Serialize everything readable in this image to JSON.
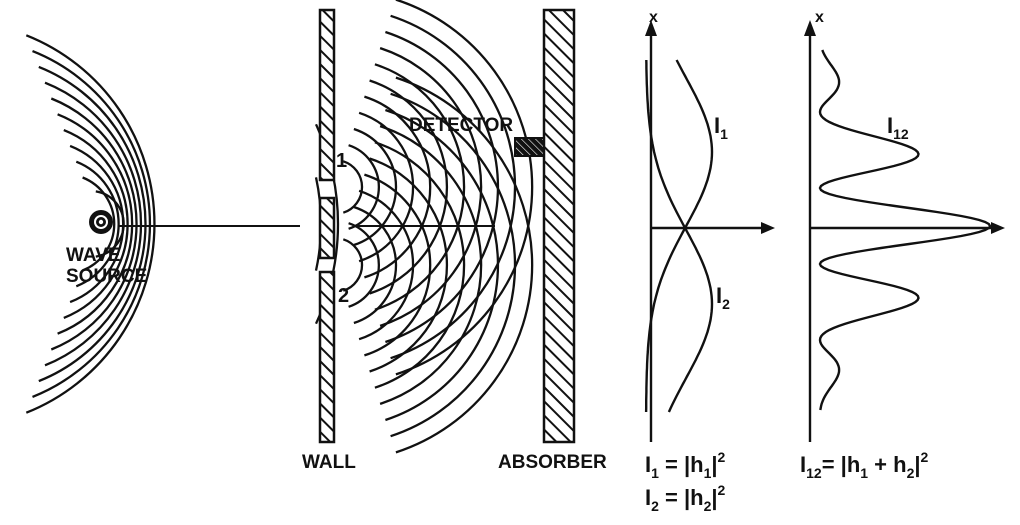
{
  "labels": {
    "source_line1": "WAVE",
    "source_line2": "SOURCE",
    "slit1": "1",
    "slit2": "2",
    "detector": "DETECTOR",
    "wall": "WALL",
    "absorber": "ABSORBER",
    "i1": "I",
    "i1_sub": "1",
    "i2": "I",
    "i2_sub": "2",
    "i12": "I",
    "i12_sub": "12",
    "axis_x_left": "x",
    "axis_x_right": "x"
  },
  "formulas": {
    "f1_lhs": "I",
    "f1_lhs_sub": "1",
    "f1_rhs": " = |h",
    "f1_rhs_sub": "1",
    "f1_end": "|",
    "f1_sup": "2",
    "f2_lhs": "I",
    "f2_lhs_sub": "2",
    "f2_rhs": " = |h",
    "f2_rhs_sub": "2",
    "f2_end": "|",
    "f2_sup": "2",
    "f3_lhs": "I",
    "f3_lhs_sub": "12",
    "f3_rhs": "= |h",
    "f3_rhs_sub1": "1",
    "f3_mid": " + h",
    "f3_rhs_sub2": "2",
    "f3_end": "|",
    "f3_sup": "2"
  }
}
